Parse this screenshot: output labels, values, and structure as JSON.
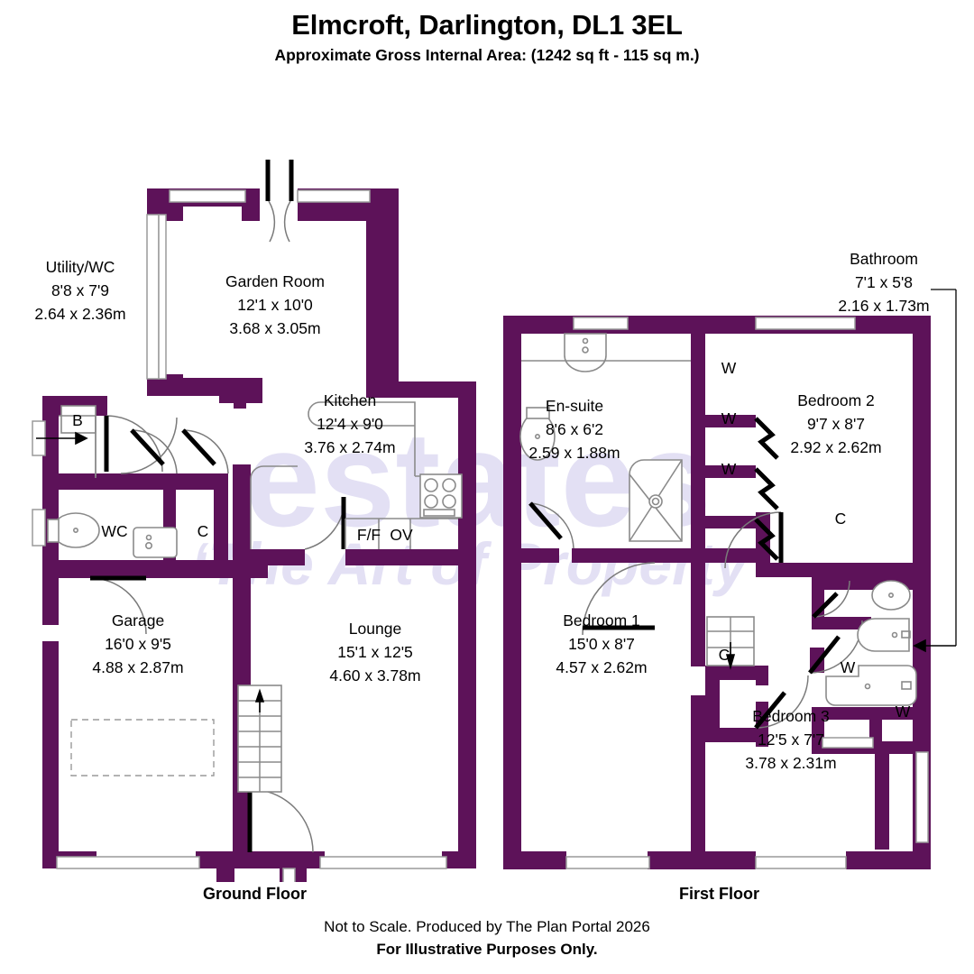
{
  "header": {
    "title": "Elmcroft, Darlington, DL1 3EL",
    "subtitle": "Approximate Gross Internal Area: (1242 sq ft - 115 sq m.)"
  },
  "footer": {
    "ground_floor_label": "Ground Floor",
    "first_floor_label": "First Floor",
    "note_line1": "Not to Scale. Produced by The Plan Portal 2026",
    "note_line2": "For Illustrative Purposes Only."
  },
  "watermark": {
    "line1": "estates",
    "line2": "‘The Art of Property’",
    "color": "#e3e0f4"
  },
  "colors": {
    "wall": "#5d1259",
    "background": "#ffffff",
    "fixture_outline": "#8a8a8a",
    "text": "#000000"
  },
  "ground_floor": {
    "rooms": [
      {
        "name": "Garden Room",
        "imperial": "12'1 x 10'0",
        "metric": "3.68 x 3.05m"
      },
      {
        "name": "Utility/WC",
        "imperial": "8'8 x 7'9",
        "metric": "2.64 x 2.36m"
      },
      {
        "name": "Kitchen",
        "imperial": "12'4 x 9'0",
        "metric": "3.76 x 2.74m"
      },
      {
        "name": "Garage",
        "imperial": "16'0 x 9'5",
        "metric": "4.88 x 2.87m"
      },
      {
        "name": "Lounge",
        "imperial": "15'1 x 12'5",
        "metric": "4.60 x 3.78m"
      }
    ],
    "tags": [
      {
        "label": "B"
      },
      {
        "label": "WC"
      },
      {
        "label": "C"
      },
      {
        "label": "F/F"
      },
      {
        "label": "OV"
      }
    ]
  },
  "first_floor": {
    "rooms": [
      {
        "name": "Bathroom",
        "imperial": "7'1 x 5'8",
        "metric": "2.16 x 1.73m"
      },
      {
        "name": "En-suite",
        "imperial": "8'6 x 6'2",
        "metric": "2.59 x 1.88m"
      },
      {
        "name": "Bedroom 2",
        "imperial": "9'7 x 8'7",
        "metric": "2.92 x 2.62m"
      },
      {
        "name": "Bedroom 1",
        "imperial": "15'0 x 8'7",
        "metric": "4.57 x 2.62m"
      },
      {
        "name": "Bedroom 3",
        "imperial": "12'5 x 7'7",
        "metric": "3.78 x 2.31m"
      }
    ],
    "tags": [
      {
        "label": "W"
      },
      {
        "label": "W"
      },
      {
        "label": "W"
      },
      {
        "label": "C"
      },
      {
        "label": "C"
      },
      {
        "label": "W"
      },
      {
        "label": "W"
      }
    ]
  }
}
